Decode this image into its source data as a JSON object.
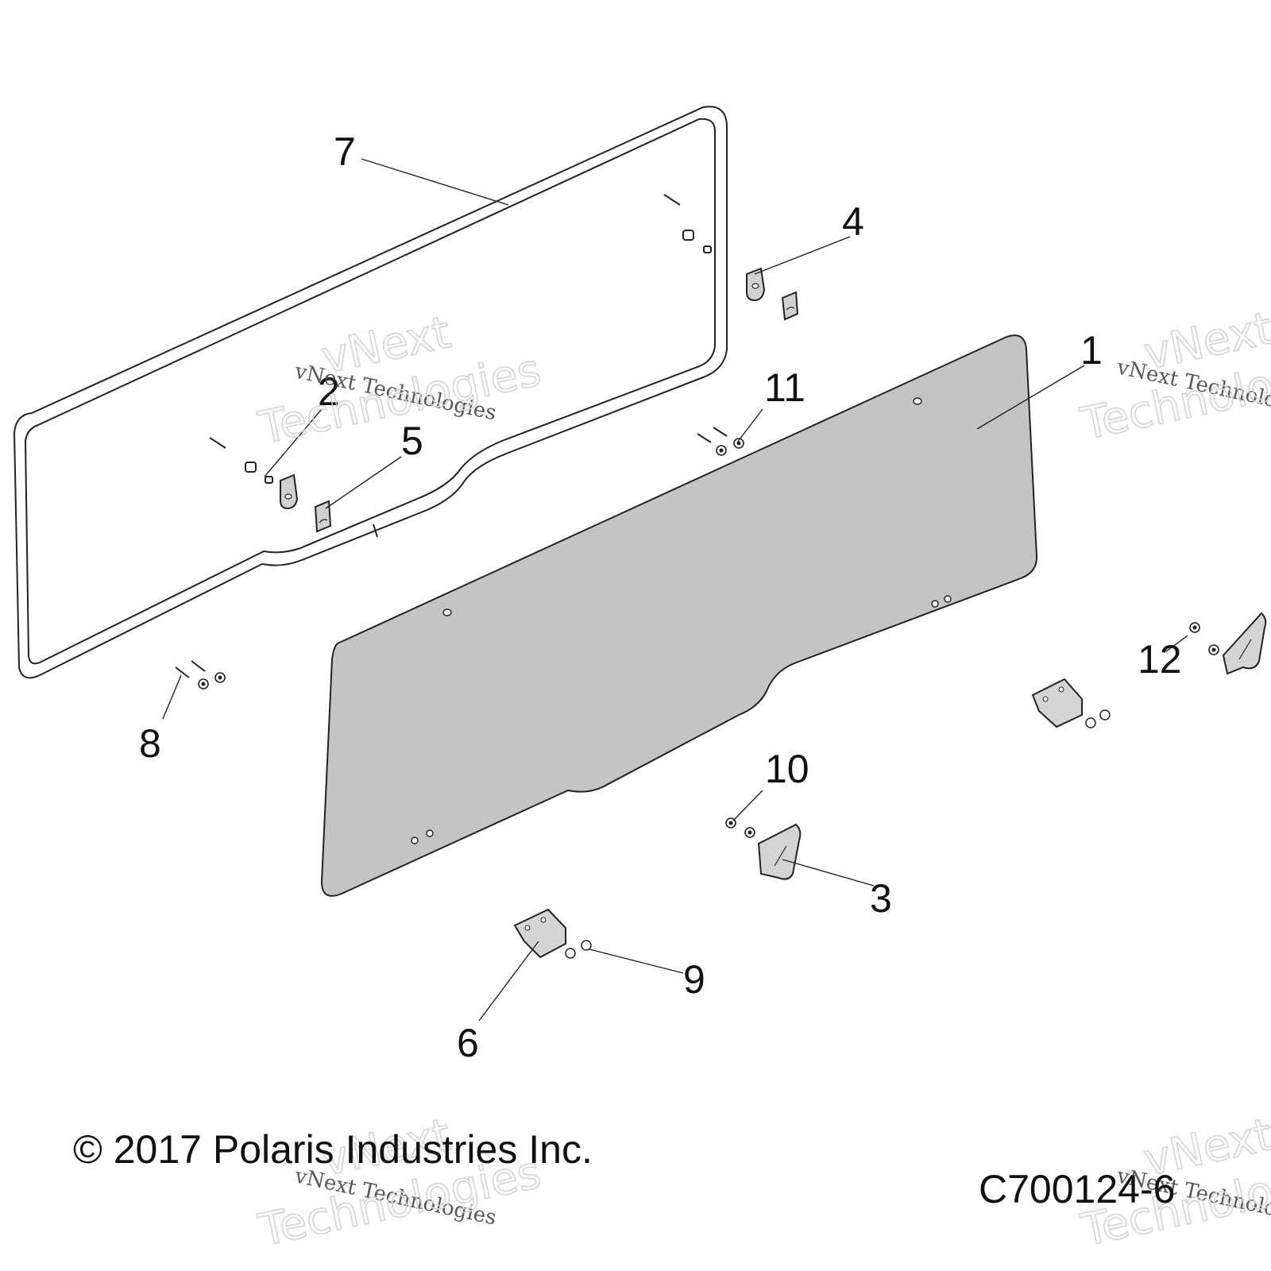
{
  "callouts": {
    "c1": "1",
    "c2": "2",
    "c3": "3",
    "c4": "4",
    "c5": "5",
    "c6": "6",
    "c7": "7",
    "c8": "8",
    "c9": "9",
    "c10": "10",
    "c11": "11",
    "c12": "12"
  },
  "footer": {
    "copyright": "© 2017 Polaris Industries Inc.",
    "diagram_code": "C700124-6"
  },
  "watermark": {
    "line_small": "vNext Technologies",
    "line_word1": "vNext",
    "line_word2": "Technologies"
  },
  "colors": {
    "panel_fill": "#c4c4c4",
    "line": "#222222",
    "background": "#ffffff"
  }
}
